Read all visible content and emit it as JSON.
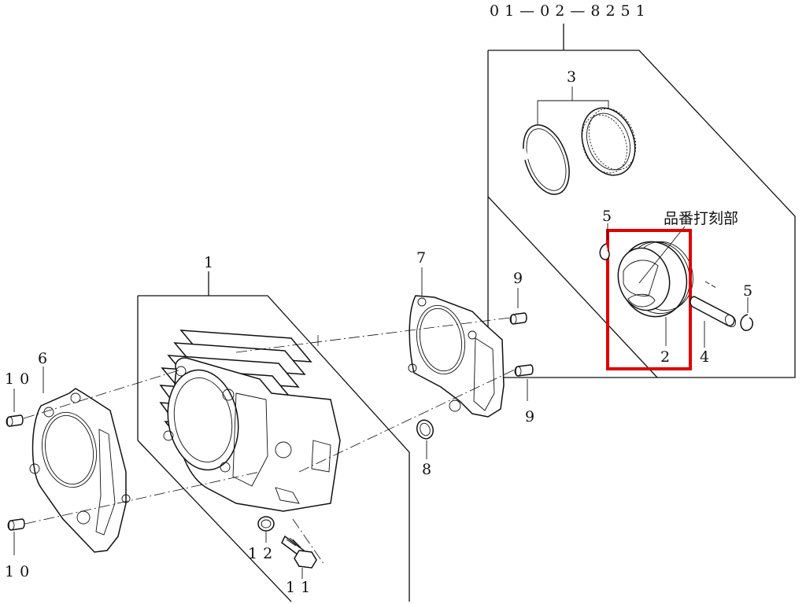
{
  "assembly_code": "01-02-8251",
  "highlight_note": "品番打刻部",
  "highlight_color": "#e00000",
  "callouts": {
    "cylinder": "1",
    "piston": "2",
    "piston_ring_set": "3",
    "piston_pin": "4",
    "pin_clip_left": "5",
    "pin_clip_right": "5",
    "cylinder_base_gasket": "6",
    "cylinder_head_gasket": "7",
    "o_ring": "8",
    "dowel_pin_top": "9",
    "dowel_pin_bottom": "9",
    "dowel_pin_left_top": "10",
    "dowel_pin_left_bottom": "10",
    "stud_bolt": "11",
    "washer": "12"
  }
}
